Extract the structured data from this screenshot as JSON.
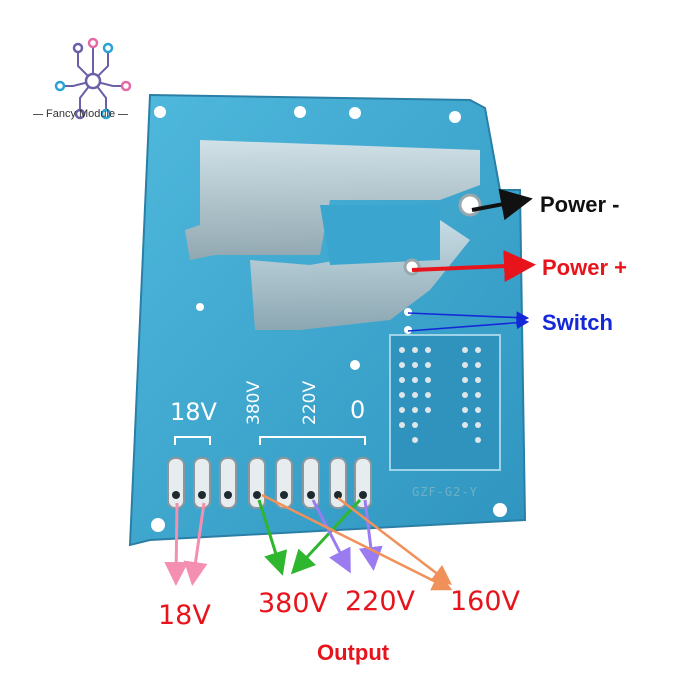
{
  "brand": {
    "name": "Fancy Module"
  },
  "board": {
    "silkscreen": {
      "v18": "18V",
      "v380": "380V",
      "v220": "220V",
      "v0": "0",
      "code": "GZF-G2-Y"
    }
  },
  "labels": {
    "power_minus": "Power -",
    "power_plus": "Power +",
    "switch": "Switch"
  },
  "outputs": {
    "title": "Output",
    "items": [
      "18V",
      "380V",
      "220V",
      "160V"
    ]
  },
  "colors": {
    "board": "#3aa6cf",
    "black_arrow": "#111111",
    "red_arrow": "#e8141c",
    "blue_arrow": "#1428d8",
    "pink_arrow": "#f48fb1",
    "green_arrow": "#2fb62f",
    "purple_arrow": "#9a7cf0",
    "orange_arrow": "#f0915a"
  }
}
